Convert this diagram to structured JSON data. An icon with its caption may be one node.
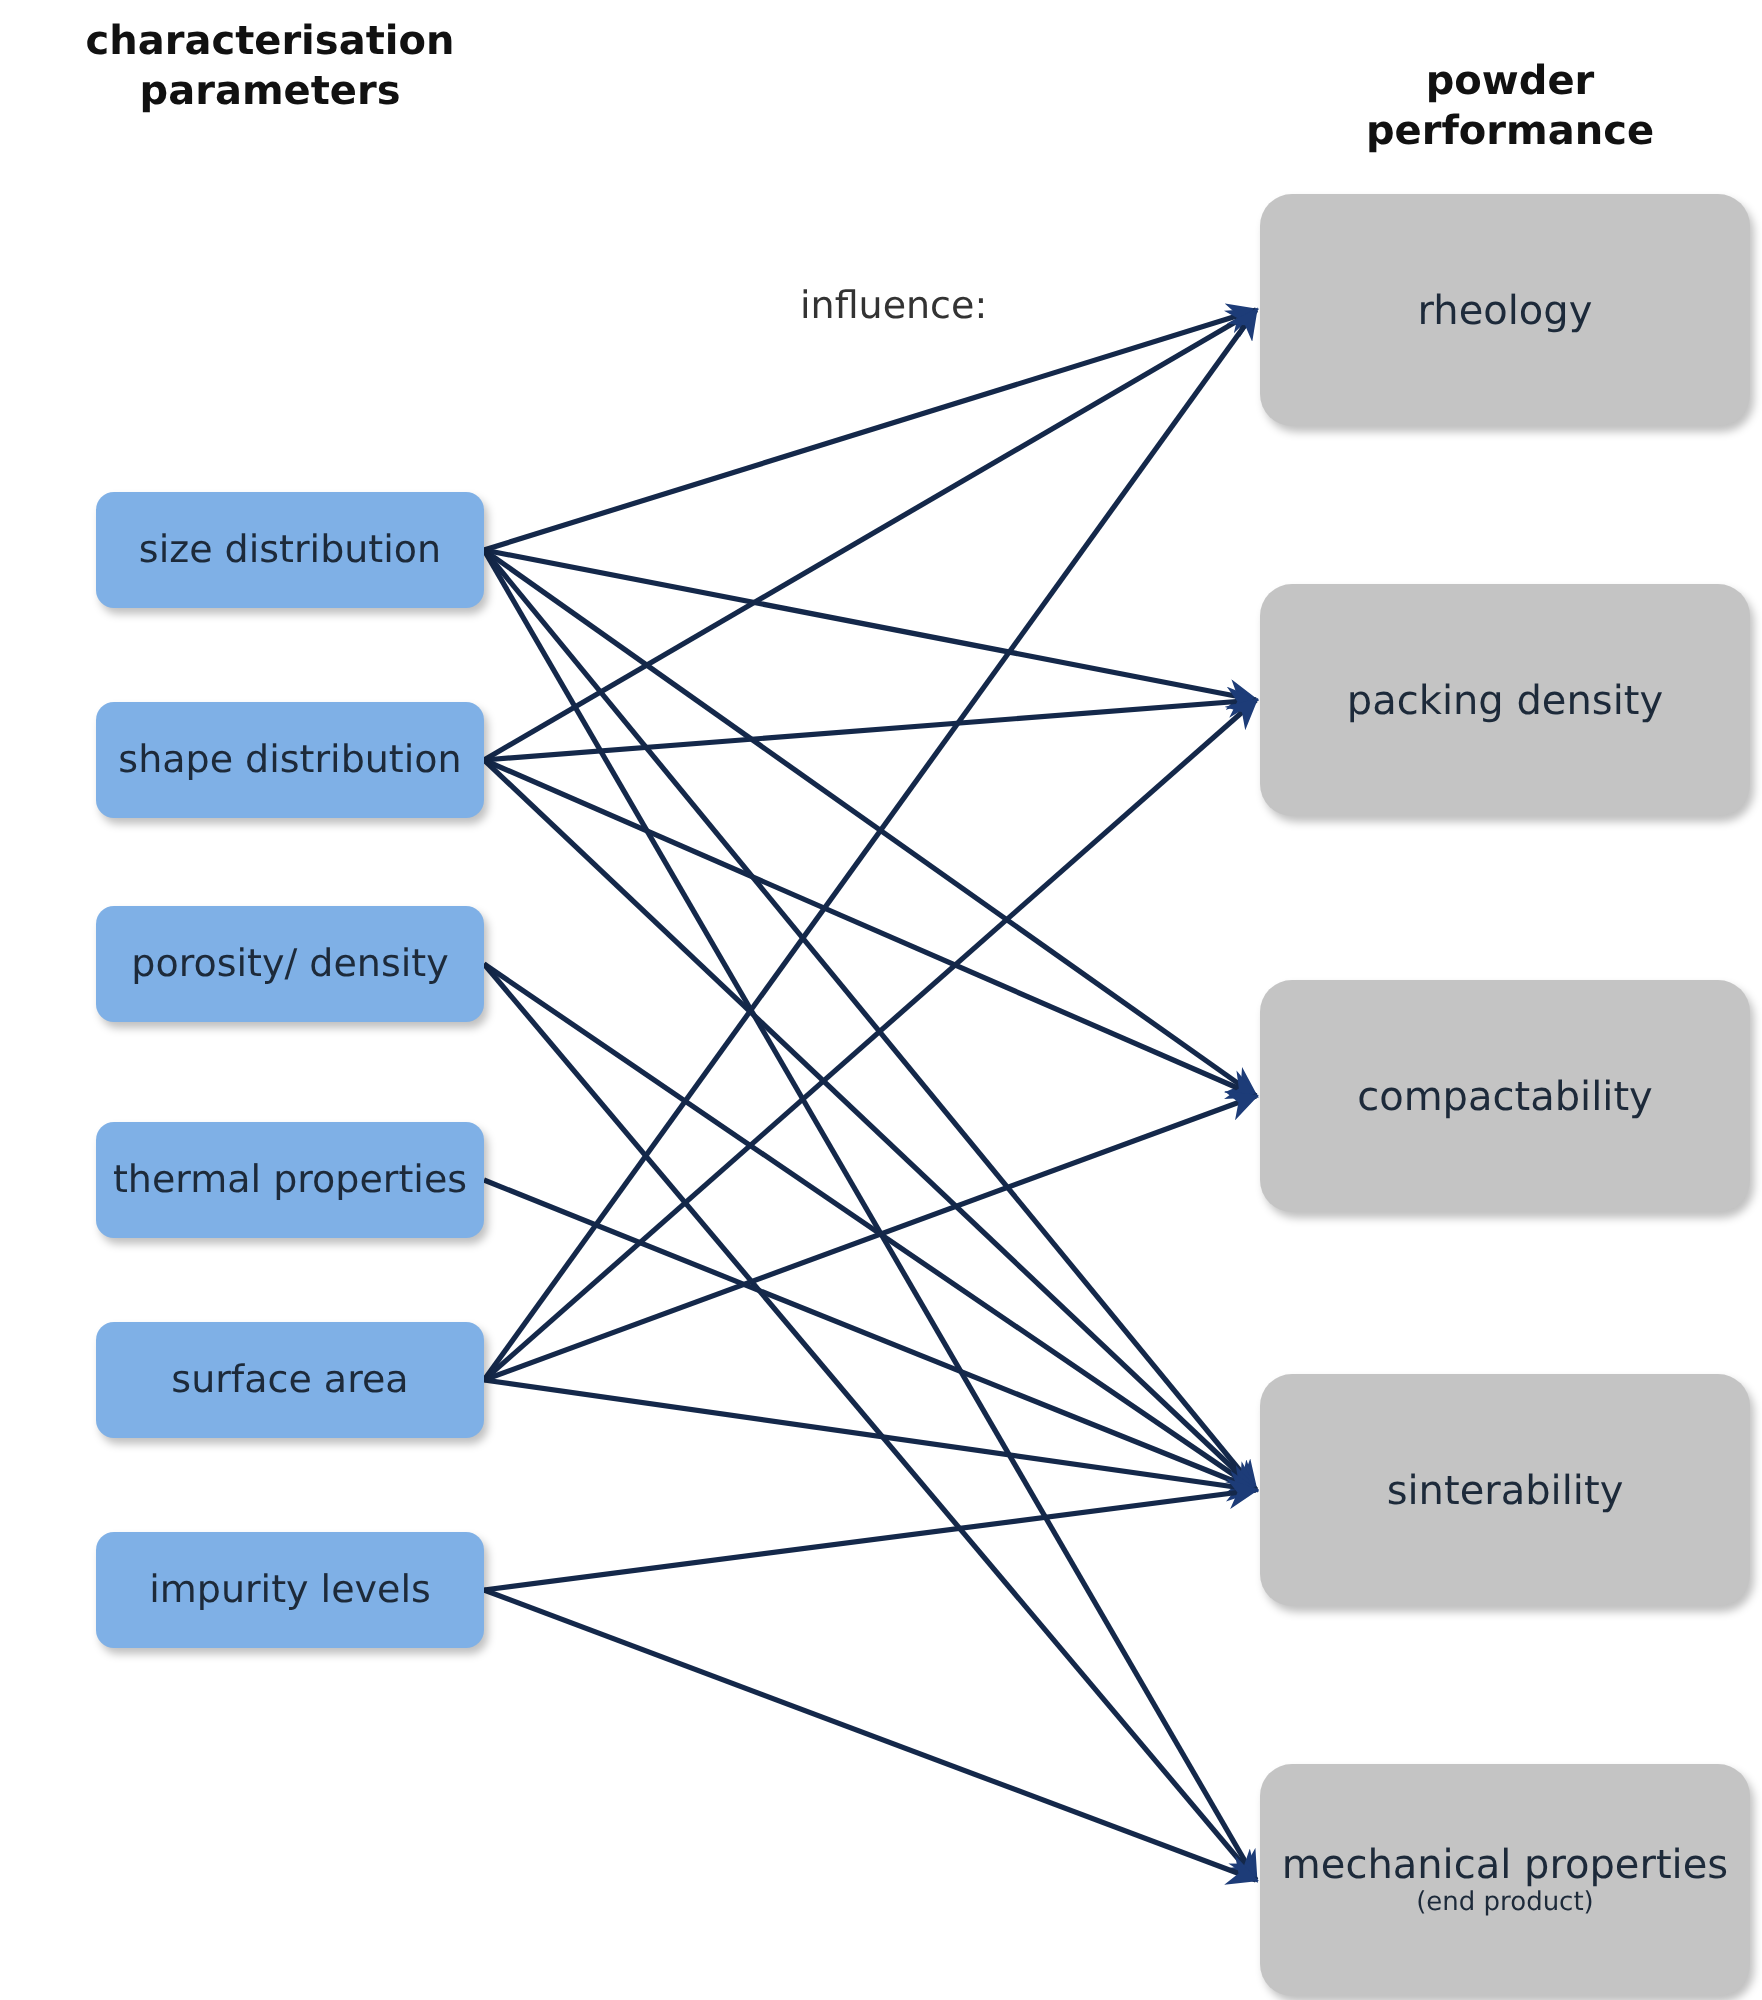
{
  "diagram": {
    "nodes": [
      {
        "text": [
          "size distribution"
        ]
      },
      {
        "text": [
          "shape distribution"
        ]
      },
      {
        "text": [
          "porosity/ density"
        ]
      },
      {
        "text": [
          "thermal properties"
        ]
      },
      {
        "text": [
          "surface area"
        ]
      },
      {
        "text": [
          "impurity levels"
        ]
      },
      {
        "text": [
          "rheology"
        ]
      },
      {
        "text": [
          "packing density"
        ]
      },
      {
        "text": [
          "compactability"
        ]
      },
      {
        "text": [
          "sinterability"
        ]
      },
      {
        "text": [
          "mechanical properties",
          "(end product)"
        ]
      }
    ],
    "edges": [
      {
        "from": 0,
        "to": 6,
        "arrow": "to"
      },
      {
        "from": 0,
        "to": 7,
        "arrow": "to"
      },
      {
        "from": 0,
        "to": 8,
        "arrow": "to"
      },
      {
        "from": 0,
        "to": 9,
        "arrow": "to"
      },
      {
        "from": 0,
        "to": 10,
        "arrow": "to"
      },
      {
        "from": 1,
        "to": 6,
        "arrow": "to"
      },
      {
        "from": 1,
        "to": 7,
        "arrow": "to"
      },
      {
        "from": 1,
        "to": 8,
        "arrow": "to"
      },
      {
        "from": 1,
        "to": 9,
        "arrow": "to"
      },
      {
        "from": 2,
        "to": 9,
        "arrow": "to"
      },
      {
        "from": 2,
        "to": 10,
        "arrow": "to"
      },
      {
        "from": 3,
        "to": 9,
        "arrow": "to"
      },
      {
        "from": 4,
        "to": 6,
        "arrow": "to"
      },
      {
        "from": 4,
        "to": 7,
        "arrow": "to"
      },
      {
        "from": 4,
        "to": 8,
        "arrow": "to"
      },
      {
        "from": 4,
        "to": 9,
        "arrow": "to"
      },
      {
        "from": 5,
        "to": 9,
        "arrow": "to"
      },
      {
        "from": 5,
        "to": 10,
        "arrow": "to"
      }
    ],
    "labels": [
      "characterisation parameters",
      "powder performance",
      "influence:"
    ]
  }
}
